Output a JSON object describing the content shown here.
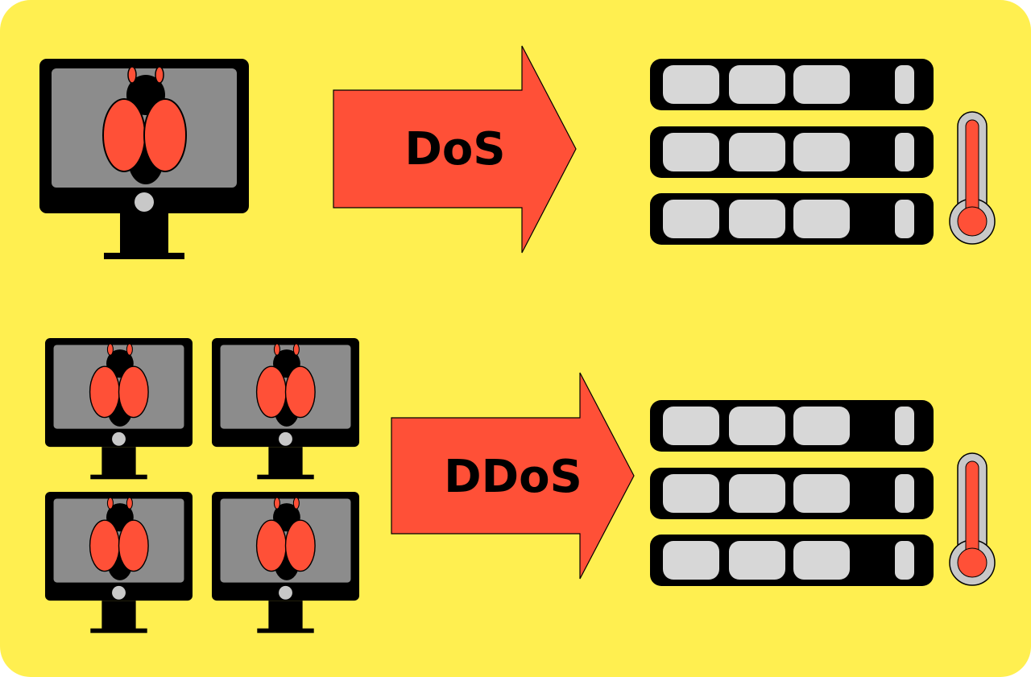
{
  "colors": {
    "background": "#FFEF50",
    "monitor_body": "#000000",
    "monitor_screen": "#8C8C8C",
    "monitor_button": "#C8C8C8",
    "bug_wing": "#FF5037",
    "bug_body": "#000000",
    "arrow_fill": "#FF5037",
    "server_body": "#000000",
    "server_slot": "#D7D7D7",
    "thermometer_outer": "#C8C8C8",
    "thermometer_liquid": "#FF5037"
  },
  "icons": {
    "monitor": "infected-computer-icon",
    "bug": "bug-icon",
    "server": "server-rack-icon",
    "thermometer": "thermometer-icon"
  },
  "dos": {
    "label": "DoS",
    "attacker_count": 1,
    "server_units": 3,
    "thermometer_level": 0.78
  },
  "ddos": {
    "label": "DDoS",
    "attacker_count": 4,
    "server_units": 3,
    "thermometer_level": 0.78
  }
}
